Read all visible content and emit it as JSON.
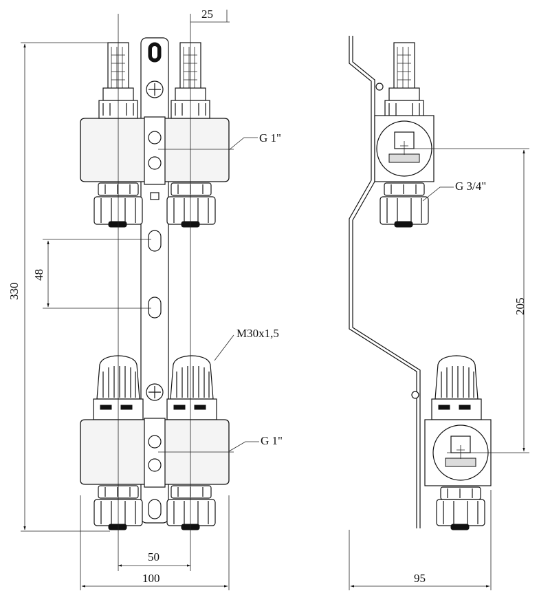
{
  "dimensions": {
    "dim_25": "25",
    "dim_330": "330",
    "dim_48": "48",
    "dim_205": "205",
    "dim_50": "50",
    "dim_100": "100",
    "dim_95": "95"
  },
  "callouts": {
    "thread_top_body": "G 1\"",
    "thread_bottom_body": "G 1\"",
    "thread_outlet": "G 3/4\"",
    "thread_valve": "M30x1,5"
  },
  "colors": {
    "line": "#111111",
    "body_fill": "#f4f4f4",
    "background": "#ffffff"
  }
}
